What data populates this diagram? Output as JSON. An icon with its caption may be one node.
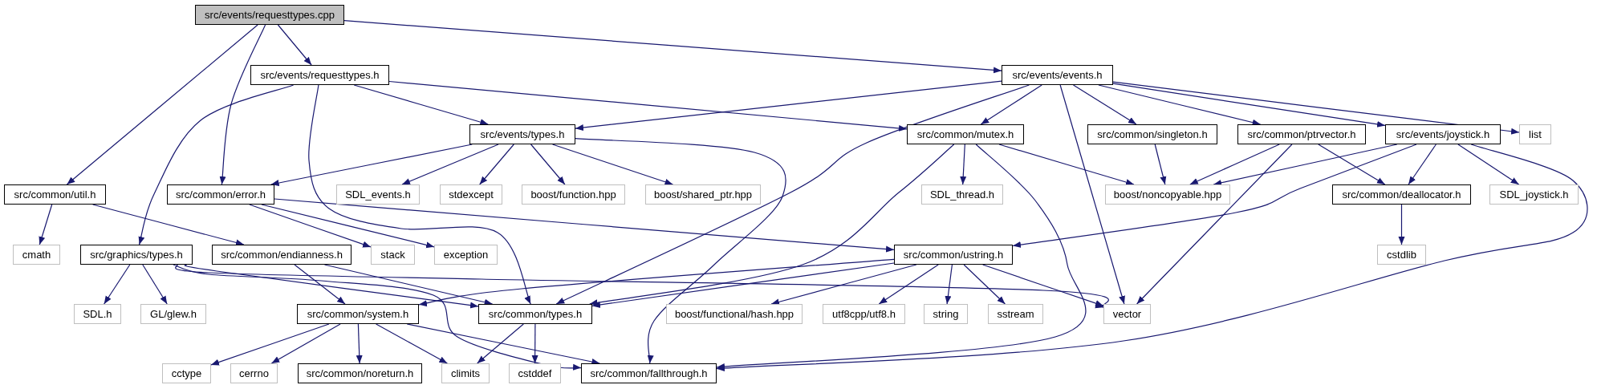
{
  "diagram": {
    "nodes": [
      {
        "text": [
          "src/events/requesttypes.cpp"
        ]
      },
      {
        "text": [
          "src/events/requesttypes.h"
        ]
      },
      {
        "text": [
          "src/events/events.h"
        ]
      },
      {
        "text": [
          "src/events/types.h"
        ]
      },
      {
        "text": [
          "src/common/mutex.h"
        ]
      },
      {
        "text": [
          "src/common/singleton.h"
        ]
      },
      {
        "text": [
          "src/common/ptrvector.h"
        ]
      },
      {
        "text": [
          "src/events/joystick.h"
        ]
      },
      {
        "text": [
          "list"
        ]
      },
      {
        "text": [
          "src/common/util.h"
        ]
      },
      {
        "text": [
          "src/common/error.h"
        ]
      },
      {
        "text": [
          "SDL_events.h"
        ]
      },
      {
        "text": [
          "stdexcept"
        ]
      },
      {
        "text": [
          "boost/function.hpp"
        ]
      },
      {
        "text": [
          "boost/shared_ptr.hpp"
        ]
      },
      {
        "text": [
          "SDL_thread.h"
        ]
      },
      {
        "text": [
          "boost/noncopyable.hpp"
        ]
      },
      {
        "text": [
          "src/common/deallocator.h"
        ]
      },
      {
        "text": [
          "SDL_joystick.h"
        ]
      },
      {
        "text": [
          "cmath"
        ]
      },
      {
        "text": [
          "src/graphics/types.h"
        ]
      },
      {
        "text": [
          "src/common/endianness.h"
        ]
      },
      {
        "text": [
          "stack"
        ]
      },
      {
        "text": [
          "exception"
        ]
      },
      {
        "text": [
          "src/common/ustring.h"
        ]
      },
      {
        "text": [
          "cstdlib"
        ]
      },
      {
        "text": [
          "SDL.h"
        ]
      },
      {
        "text": [
          "GL/glew.h"
        ]
      },
      {
        "text": [
          "src/common/system.h"
        ]
      },
      {
        "text": [
          "src/common/types.h"
        ]
      },
      {
        "text": [
          "boost/functional/hash.hpp"
        ]
      },
      {
        "text": [
          "utf8cpp/utf8.h"
        ]
      },
      {
        "text": [
          "string"
        ]
      },
      {
        "text": [
          "sstream"
        ]
      },
      {
        "text": [
          "vector"
        ]
      },
      {
        "text": [
          "cctype"
        ]
      },
      {
        "text": [
          "cerrno"
        ]
      },
      {
        "text": [
          "src/common/noreturn.h"
        ]
      },
      {
        "text": [
          "climits"
        ]
      },
      {
        "text": [
          "cstddef"
        ]
      },
      {
        "text": [
          "src/common/fallthrough.h"
        ]
      }
    ],
    "edges": [
      {
        "from": 0,
        "to": 1,
        "arrow": "to"
      },
      {
        "from": 0,
        "to": 2,
        "arrow": "to"
      },
      {
        "from": 0,
        "to": 9,
        "arrow": "to"
      },
      {
        "from": 0,
        "to": 10,
        "arrow": "to"
      },
      {
        "from": 1,
        "to": 3,
        "arrow": "to"
      },
      {
        "from": 1,
        "to": 4,
        "arrow": "to"
      },
      {
        "from": 1,
        "to": 20,
        "arrow": "to"
      },
      {
        "from": 1,
        "to": 29,
        "arrow": "to"
      },
      {
        "from": 2,
        "to": 3,
        "arrow": "to"
      },
      {
        "from": 2,
        "to": 4,
        "arrow": "to"
      },
      {
        "from": 2,
        "to": 5,
        "arrow": "to"
      },
      {
        "from": 2,
        "to": 6,
        "arrow": "to"
      },
      {
        "from": 2,
        "to": 7,
        "arrow": "to"
      },
      {
        "from": 2,
        "to": 8,
        "arrow": "to"
      },
      {
        "from": 2,
        "to": 29,
        "arrow": "to"
      },
      {
        "from": 2,
        "to": 34,
        "arrow": "to"
      },
      {
        "from": 3,
        "to": 10,
        "arrow": "to"
      },
      {
        "from": 3,
        "to": 11,
        "arrow": "to"
      },
      {
        "from": 3,
        "to": 12,
        "arrow": "to"
      },
      {
        "from": 3,
        "to": 13,
        "arrow": "to"
      },
      {
        "from": 3,
        "to": 14,
        "arrow": "to"
      },
      {
        "from": 3,
        "to": 40,
        "arrow": "to"
      },
      {
        "from": 4,
        "to": 15,
        "arrow": "to"
      },
      {
        "from": 4,
        "to": 16,
        "arrow": "to"
      },
      {
        "from": 4,
        "to": 29,
        "arrow": "to"
      },
      {
        "from": 4,
        "to": 40,
        "arrow": "to"
      },
      {
        "from": 5,
        "to": 16,
        "arrow": "to"
      },
      {
        "from": 6,
        "to": 16,
        "arrow": "to"
      },
      {
        "from": 6,
        "to": 17,
        "arrow": "to"
      },
      {
        "from": 6,
        "to": 34,
        "arrow": "to"
      },
      {
        "from": 7,
        "to": 16,
        "arrow": "to"
      },
      {
        "from": 7,
        "to": 17,
        "arrow": "to"
      },
      {
        "from": 7,
        "to": 18,
        "arrow": "to"
      },
      {
        "from": 7,
        "to": 24,
        "arrow": "to"
      },
      {
        "from": 7,
        "to": 40,
        "arrow": "to"
      },
      {
        "from": 9,
        "to": 19,
        "arrow": "to"
      },
      {
        "from": 9,
        "to": 21,
        "arrow": "to"
      },
      {
        "from": 10,
        "to": 22,
        "arrow": "to"
      },
      {
        "from": 10,
        "to": 23,
        "arrow": "to"
      },
      {
        "from": 10,
        "to": 24,
        "arrow": "to"
      },
      {
        "from": 17,
        "to": 25,
        "arrow": "to"
      },
      {
        "from": 20,
        "to": 26,
        "arrow": "to"
      },
      {
        "from": 20,
        "to": 27,
        "arrow": "to"
      },
      {
        "from": 20,
        "to": 29,
        "arrow": "to"
      },
      {
        "from": 20,
        "to": 34,
        "arrow": "to"
      },
      {
        "from": 20,
        "to": 40,
        "arrow": "to"
      },
      {
        "from": 21,
        "to": 28,
        "arrow": "to"
      },
      {
        "from": 21,
        "to": 29,
        "arrow": "to"
      },
      {
        "from": 24,
        "to": 28,
        "arrow": "to"
      },
      {
        "from": 24,
        "to": 29,
        "arrow": "to"
      },
      {
        "from": 24,
        "to": 30,
        "arrow": "to"
      },
      {
        "from": 24,
        "to": 31,
        "arrow": "to"
      },
      {
        "from": 24,
        "to": 32,
        "arrow": "to"
      },
      {
        "from": 24,
        "to": 33,
        "arrow": "to"
      },
      {
        "from": 24,
        "to": 34,
        "arrow": "to"
      },
      {
        "from": 28,
        "to": 35,
        "arrow": "to"
      },
      {
        "from": 28,
        "to": 36,
        "arrow": "to"
      },
      {
        "from": 28,
        "to": 37,
        "arrow": "to"
      },
      {
        "from": 28,
        "to": 38,
        "arrow": "to"
      },
      {
        "from": 28,
        "to": 40,
        "arrow": "to"
      },
      {
        "from": 29,
        "to": 38,
        "arrow": "to"
      },
      {
        "from": 29,
        "to": 39,
        "arrow": "to"
      }
    ]
  }
}
